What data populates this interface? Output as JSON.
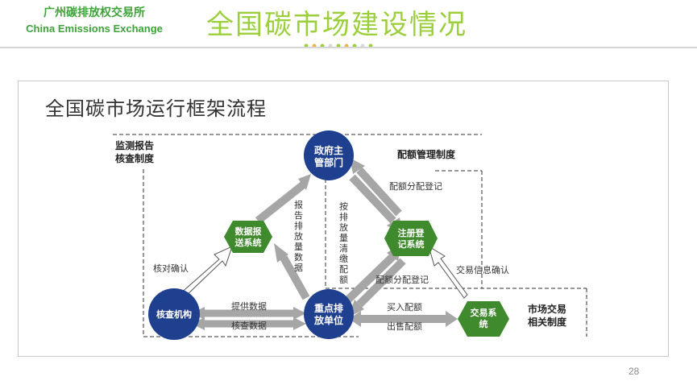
{
  "header": {
    "org_cn": "广州碳排放权交易所",
    "org_en": "China Emissions Exchange",
    "title": "全国碳市场建设情况"
  },
  "panel": {
    "title": "全国碳市场运行框架流程"
  },
  "zones": {
    "mrv": [
      "监测报告",
      "核查制度"
    ],
    "quota": "配额管理制度",
    "market": [
      "市场交易",
      "相关制度"
    ]
  },
  "nodes": {
    "gov": [
      "政府主",
      "管部门"
    ],
    "reporting": [
      "数据报",
      "送系统"
    ],
    "registry": [
      "注册登",
      "记系统"
    ],
    "verifier": "核查机构",
    "emitter": [
      "重点排",
      "放单位"
    ],
    "trading": [
      "交易系",
      "统"
    ]
  },
  "page_number": "28",
  "colors": {
    "blue_node": "#1f3f8f",
    "green_node": "#3f8a2c",
    "arrow": "#a6a6a6",
    "title_green": "#9ccf3c"
  }
}
